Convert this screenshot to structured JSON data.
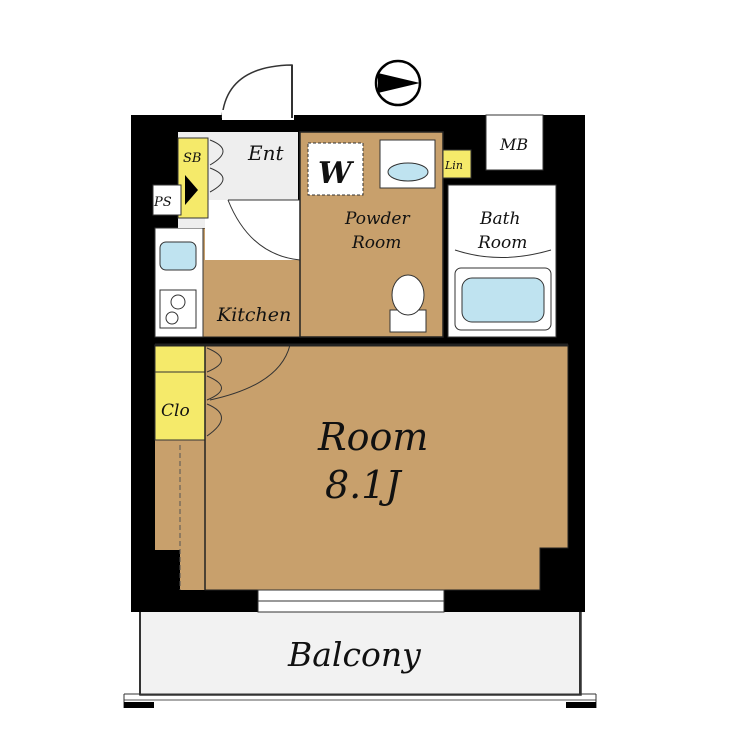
{
  "plan": {
    "labels": {
      "ent": "Ent",
      "sb": "SB",
      "ps": "PS",
      "w": "W",
      "lin": "Lin",
      "mb": "MB",
      "powder_line1": "Powder",
      "powder_line2": "Room",
      "bath_line1": "Bath",
      "bath_line2": "Room",
      "kitchen": "Kitchen",
      "clo": "Clo",
      "room": "Room",
      "room_size": "8.1J",
      "balcony": "Balcony"
    },
    "colors": {
      "wall": "#000000",
      "floor_room": "#c8a06c",
      "floor_kitchen": "#c8a06c",
      "closet": "#f5ea6a",
      "wet_area": "#ffffff",
      "fixture_blue": "#bfe3f0",
      "balcony": "#f2f2f2"
    },
    "icons": [
      "north-arrow-icon",
      "door-swing-icon",
      "toilet-icon",
      "bathtub-icon",
      "sink-icon",
      "stove-icon"
    ]
  }
}
